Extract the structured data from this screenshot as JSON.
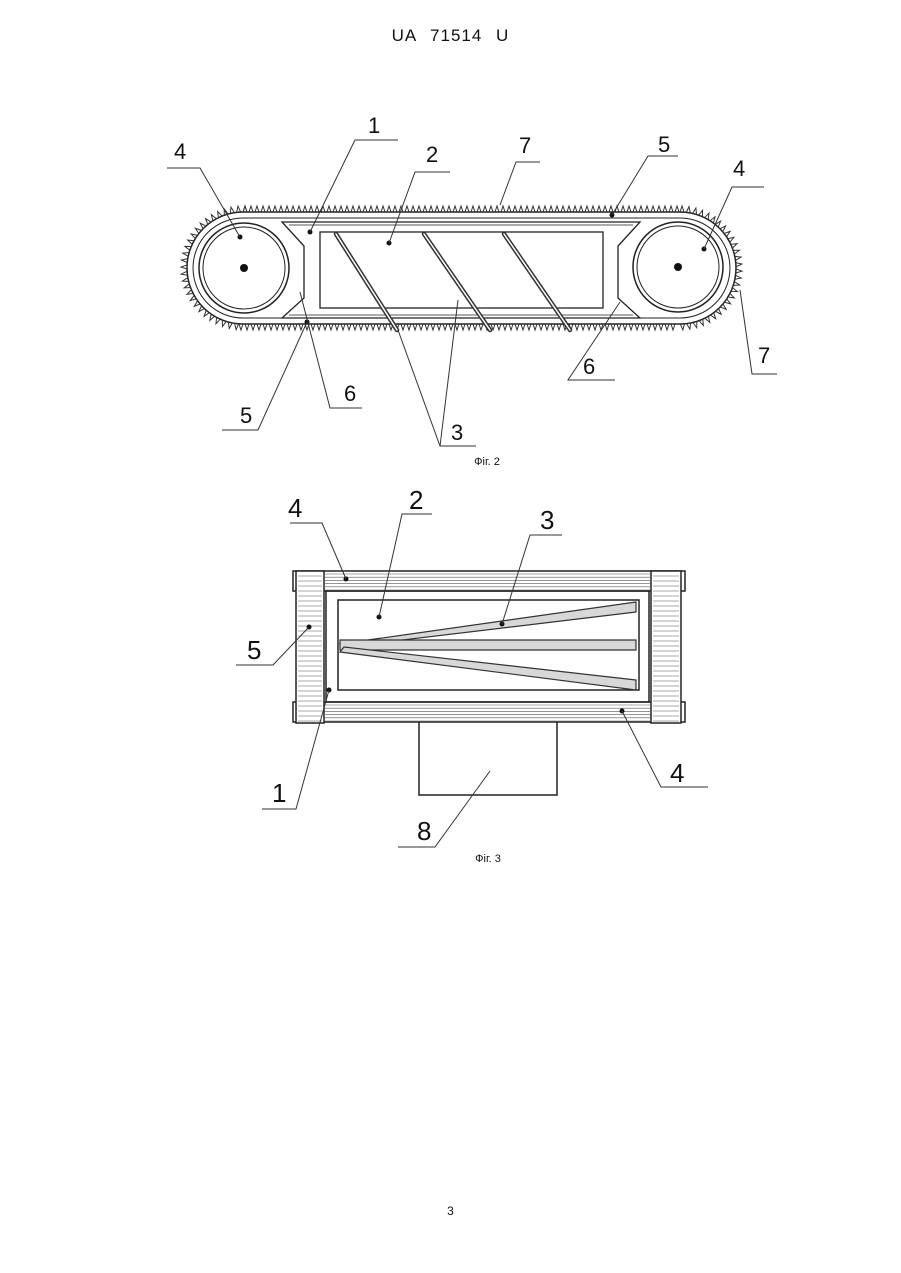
{
  "header": {
    "doc_number": "UA   71514   U"
  },
  "figure2": {
    "caption": "Фіг. 2",
    "labels": {
      "l1": "1",
      "l2": "2",
      "l3": "3",
      "l4a": "4",
      "l4b": "4",
      "l5a": "5",
      "l5b": "5",
      "l6a": "6",
      "l6b": "6",
      "l7a": "7",
      "l7b": "7"
    }
  },
  "figure3": {
    "caption": "Фіг. 3",
    "labels": {
      "l1": "1",
      "l2": "2",
      "l3": "3",
      "l4a": "4",
      "l4b": "4",
      "l5": "5",
      "l8": "8"
    }
  },
  "footer": {
    "page_number": "3"
  }
}
